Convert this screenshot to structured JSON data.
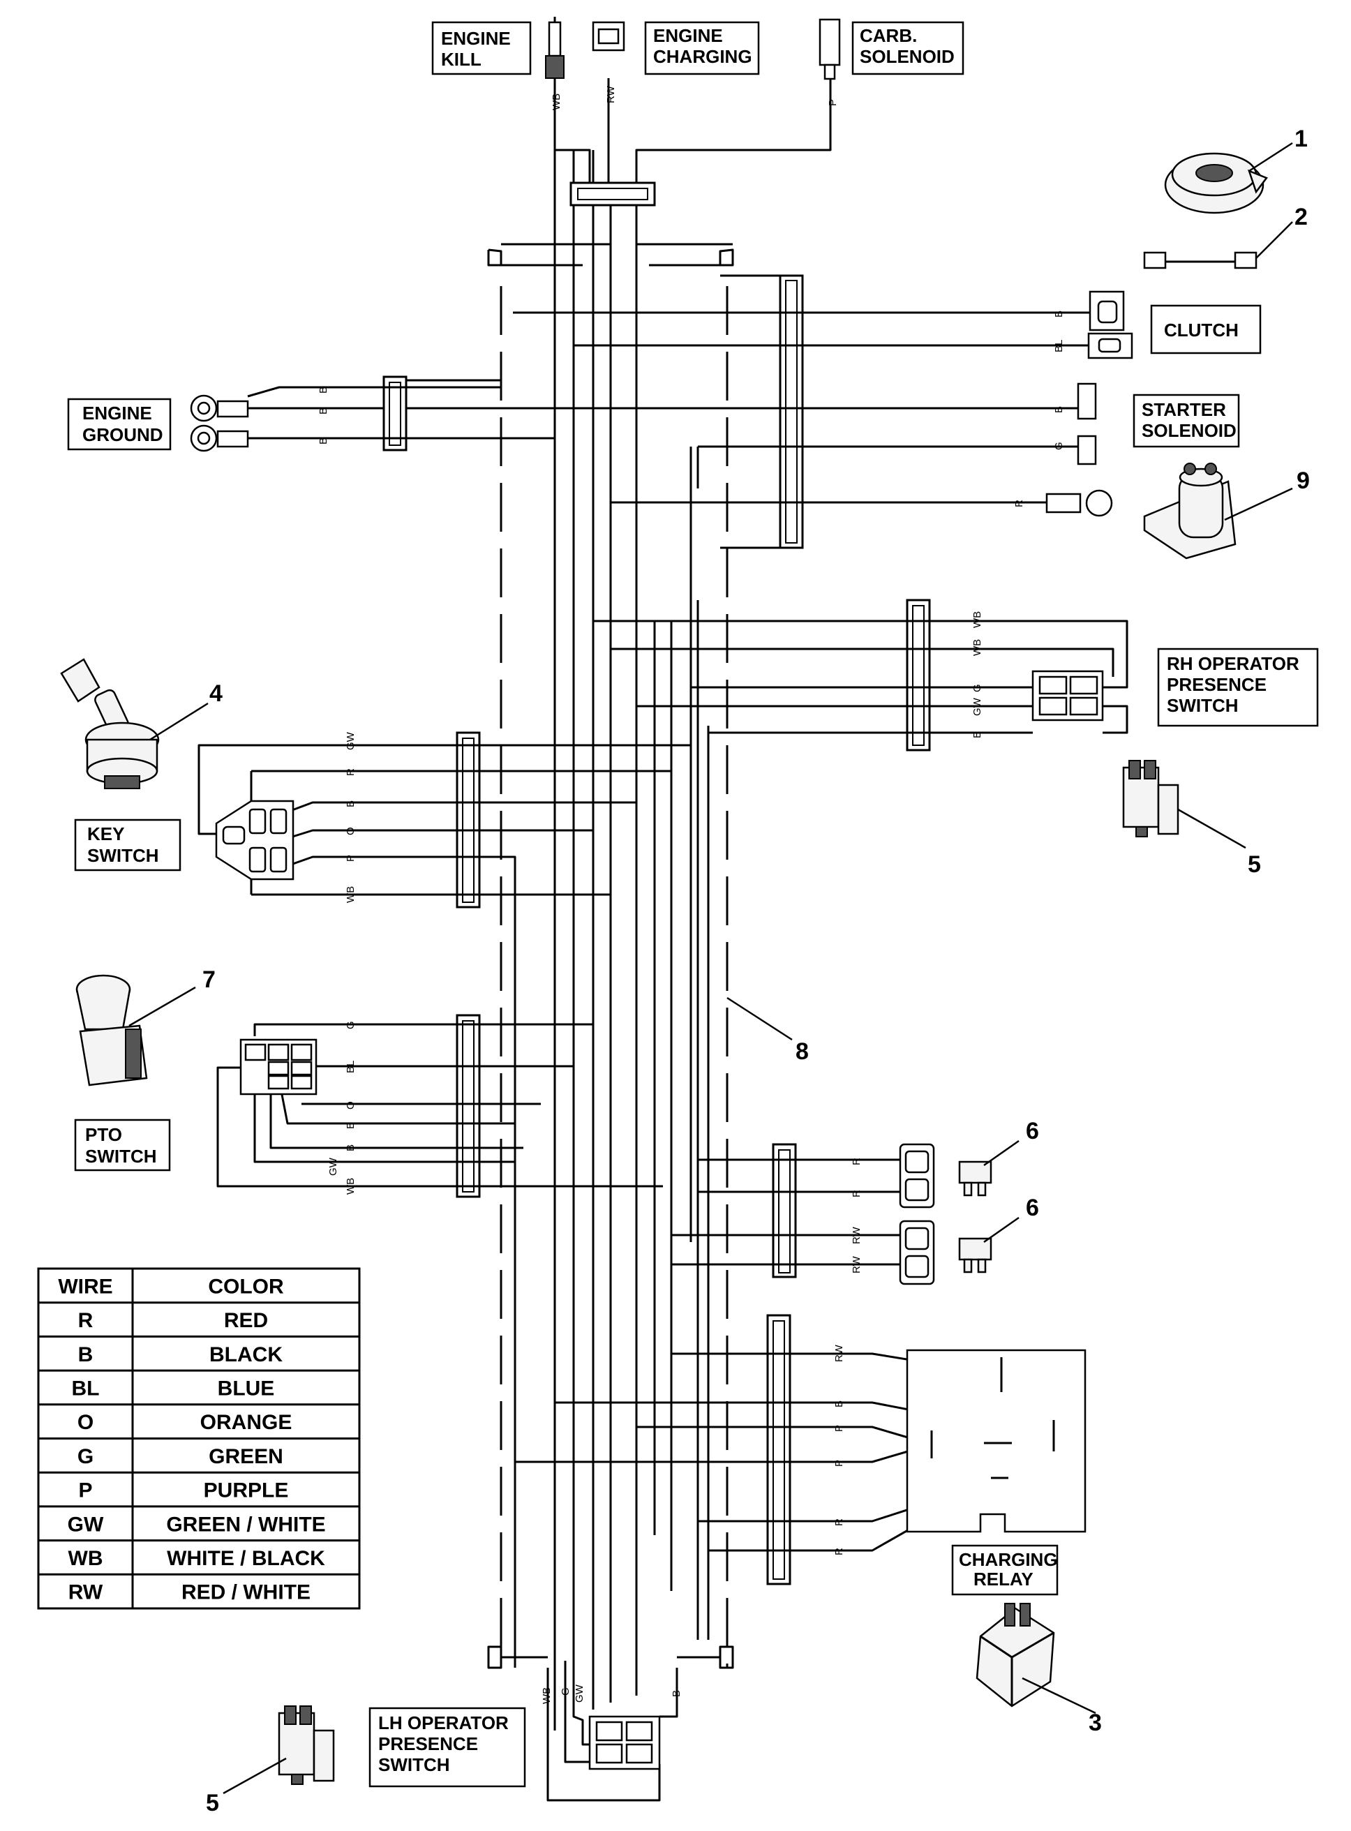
{
  "labels": {
    "engine_kill": [
      "ENGINE",
      "KILL"
    ],
    "engine_charging": [
      "ENGINE",
      "CHARGING"
    ],
    "carb_solenoid": [
      "CARB.",
      "SOLENOID"
    ],
    "clutch": [
      "CLUTCH"
    ],
    "engine_ground": [
      "ENGINE",
      "GROUND"
    ],
    "starter_solenoid": [
      "STARTER",
      "SOLENOID"
    ],
    "rh_operator": [
      "RH OPERATOR",
      "PRESENCE",
      "SWITCH"
    ],
    "key_switch": [
      "KEY",
      "SWITCH"
    ],
    "pto_switch": [
      "PTO",
      "SWITCH"
    ],
    "charging_relay": [
      "CHARGING",
      "RELAY"
    ],
    "lh_operator": [
      "LH OPERATOR",
      "PRESENCE",
      "SWITCH"
    ]
  },
  "callouts": {
    "c1": "1",
    "c2": "2",
    "c3": "3",
    "c4": "4",
    "c5a": "5",
    "c5b": "5",
    "c6a": "6",
    "c6b": "6",
    "c7": "7",
    "c8": "8",
    "c9": "9"
  },
  "wire_codes": {
    "top_wb": "WB",
    "top_rw": "RW",
    "top_p": "P",
    "clutch_b": "B",
    "clutch_bl": "BL",
    "gnd_b1": "B",
    "gnd_b2": "B",
    "gnd_b3": "B",
    "st_b": "B",
    "st_g": "G",
    "st_r": "R",
    "rh_wb1": "WB",
    "rh_wb2": "WB",
    "rh_g": "G",
    "rh_gw": "GW",
    "rh_b": "B",
    "key_gw": "GW",
    "key_r": "R",
    "key_b": "B",
    "key_o": "O",
    "key_p": "P",
    "key_wb": "WB",
    "pto_g": "G",
    "pto_bl": "BL",
    "pto_o": "O",
    "pto_b1": "B",
    "pto_b2": "B",
    "pto_gw": "GW",
    "pto_wb": "WB",
    "f1_r": "R",
    "f2_r": "R",
    "f3_rw": "RW",
    "f4_rw": "RW",
    "cr_rw": "RW",
    "cr_b": "B",
    "cr_p1": "P",
    "cr_p2": "P",
    "cr_r1": "R",
    "cr_r2": "R",
    "lh_wb": "WB",
    "lh_g": "G",
    "lh_gw": "GW",
    "lh_b": "B"
  },
  "color_table": {
    "header": [
      "WIRE",
      "COLOR"
    ],
    "rows": [
      [
        "R",
        "RED"
      ],
      [
        "B",
        "BLACK"
      ],
      [
        "BL",
        "BLUE"
      ],
      [
        "O",
        "ORANGE"
      ],
      [
        "G",
        "GREEN"
      ],
      [
        "P",
        "PURPLE"
      ],
      [
        "GW",
        "GREEN / WHITE"
      ],
      [
        "WB",
        "WHITE / BLACK"
      ],
      [
        "RW",
        "RED / WHITE"
      ]
    ]
  }
}
